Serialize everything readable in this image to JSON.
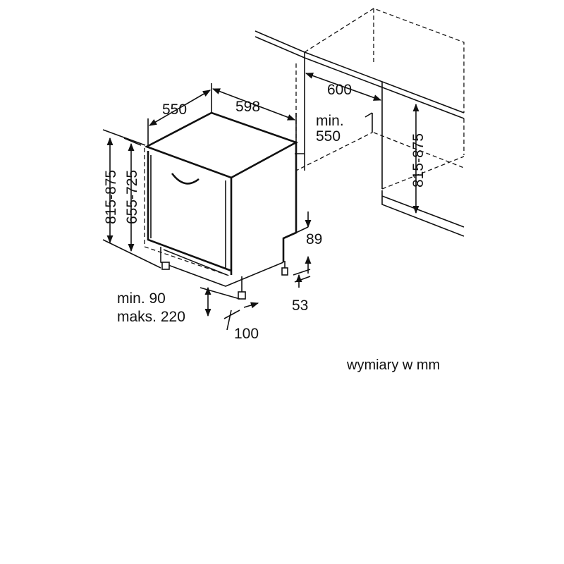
{
  "dimensions": {
    "depth": "550",
    "width": "598",
    "niche_width": "600",
    "min_niche_depth_line1": "min.",
    "min_niche_depth_line2": "550",
    "niche_height": "815-875",
    "appliance_height": "815-875",
    "door_height": "655-725",
    "plinth_top": "89",
    "plinth_bottom": "53",
    "foot_height_line1": "min. 90",
    "foot_height_line2": "maks. 220",
    "foot_offset": "100"
  },
  "units_note": "wymiary w mm"
}
